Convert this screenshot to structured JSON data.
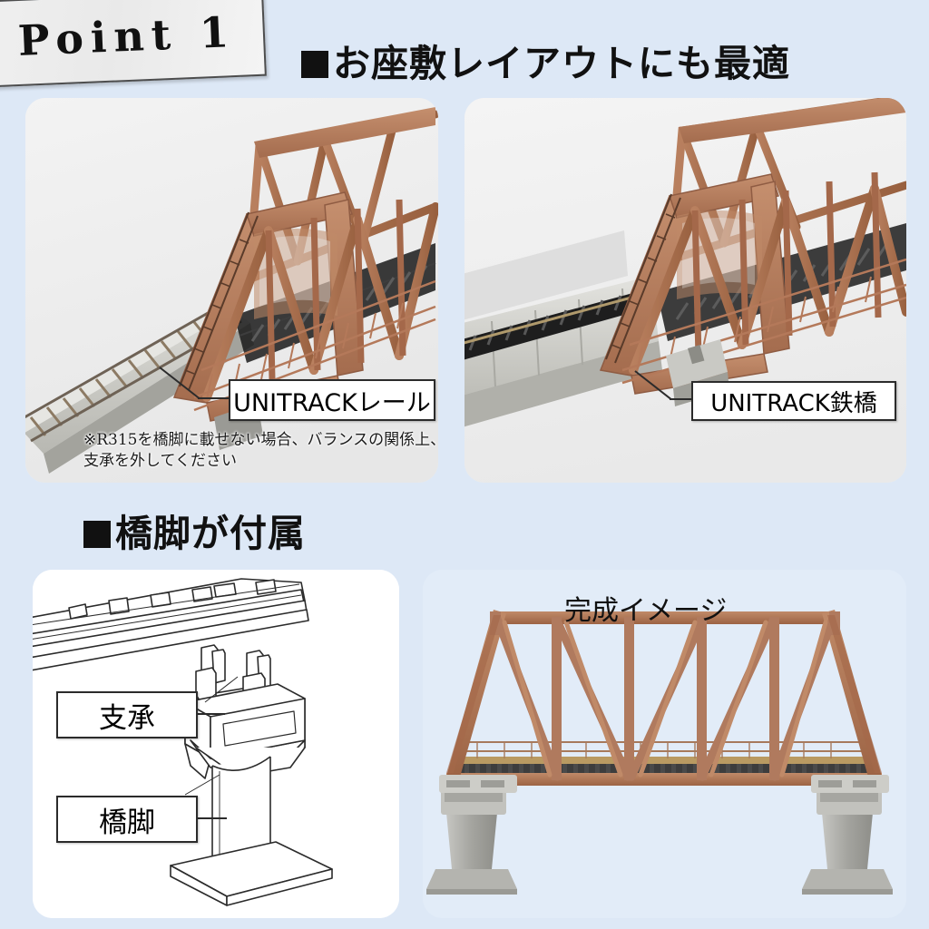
{
  "badge": {
    "label": "Point 1"
  },
  "headings": {
    "top": "■お座敷レイアウトにも最適",
    "top_text": "お座敷レイアウトにも最適",
    "middle": "■橋脚が付属",
    "middle_text": "橋脚が付属"
  },
  "panels": {
    "top_left": {
      "name": "truss-bridge-with-unitrack-photo",
      "callout": "UNITRACKレール",
      "note": "※R315を橋脚に載せない場合、バランスの関係上、支承を外してください"
    },
    "top_right": {
      "name": "truss-bridge-with-girder-photo",
      "callout": "UNITRACK鉄橋"
    },
    "bottom_left": {
      "name": "pier-line-drawing",
      "labels": [
        "支承",
        "橋脚"
      ]
    },
    "bottom_right": {
      "name": "completed-bridge-photo",
      "caption": "完成イメージ"
    }
  },
  "colors": {
    "background": "#dde8f6",
    "panel_photo": "#efefef",
    "panel_white": "#ffffff",
    "panel_blue": "#e2ecf8",
    "truss_brown": "#b07a5e",
    "truss_brown_dark": "#8f5c43",
    "girder_gray": "#cfcfcb",
    "pier_gray": "#a8a8a8",
    "ink": "#111111",
    "callout_border": "#2b2b2b"
  }
}
